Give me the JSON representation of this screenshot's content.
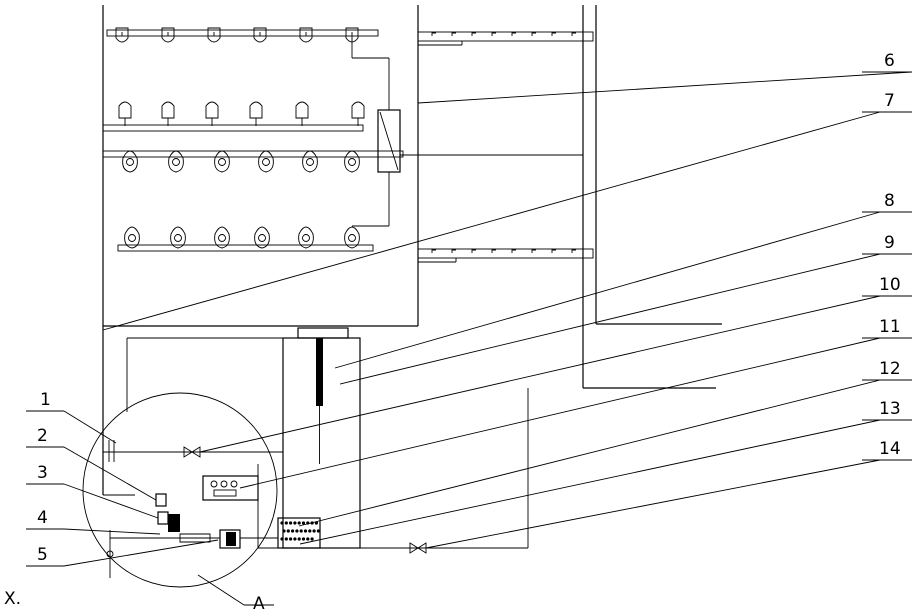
{
  "labels": {
    "l1": "1",
    "l2": "2",
    "l3": "3",
    "l4": "4",
    "l5": "5",
    "l6": "6",
    "l7": "7",
    "l8": "8",
    "l9": "9",
    "l10": "10",
    "l11": "11",
    "l12": "12",
    "l13": "13",
    "l14": "14",
    "detail": "A",
    "corner": "X."
  },
  "icons": {
    "sprinkler": "sprinkler-head-icon",
    "valve": "valve-icon",
    "pump": "pump-icon",
    "filter": "filter-icon",
    "control_box": "control-panel-icon"
  }
}
